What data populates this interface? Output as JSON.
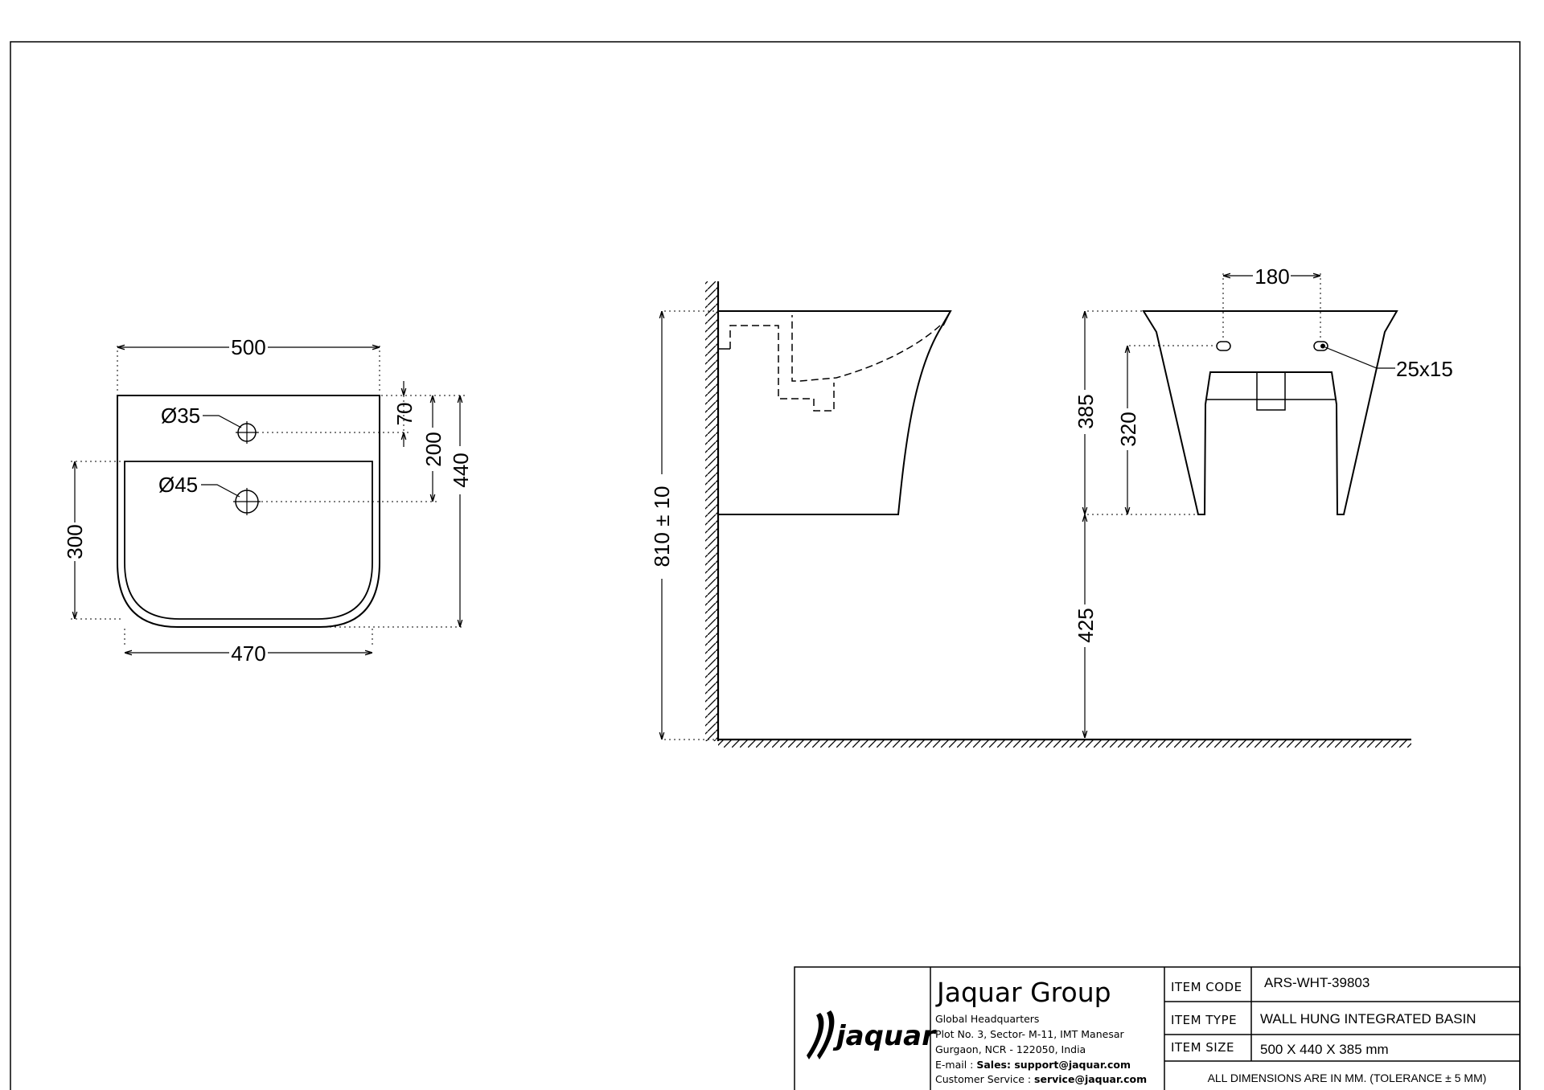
{
  "plan_view": {
    "width_top": "500",
    "width_bottom": "470",
    "depth_total": "440",
    "bowl_depth": "300",
    "dim_70": "70",
    "dim_200": "200",
    "hole_tap": "Ø35",
    "hole_waste": "Ø45"
  },
  "side_view": {
    "height": "810 ± 10"
  },
  "front_view": {
    "hole_spacing": "180",
    "height_total": "385",
    "height_holes": "320",
    "height_floor": "425",
    "slot_size": "25x15"
  },
  "title_block": {
    "logo": "jaquar",
    "company": "Jaquar Group",
    "address": [
      "Global Headquarters",
      "Plot No. 3, Sector- M-11, IMT Manesar",
      "Gurgaon, NCR - 122050, India"
    ],
    "email_label": "E-mail : ",
    "email_value": "Sales: support@jaquar.com",
    "service_label": "Customer Service : ",
    "service_value": "service@jaquar.com",
    "item_code_label": "ITEM  CODE",
    "item_code_value": "ARS-WHT-39803",
    "item_type_label": "ITEM  TYPE",
    "item_type_value": "WALL HUNG INTEGRATED BASIN",
    "item_size_label": "ITEM  SIZE",
    "item_size_value": "500 X 440 X 385 mm",
    "note": "ALL DIMENSIONS ARE IN MM. (TOLERANCE ± 5 MM)"
  }
}
